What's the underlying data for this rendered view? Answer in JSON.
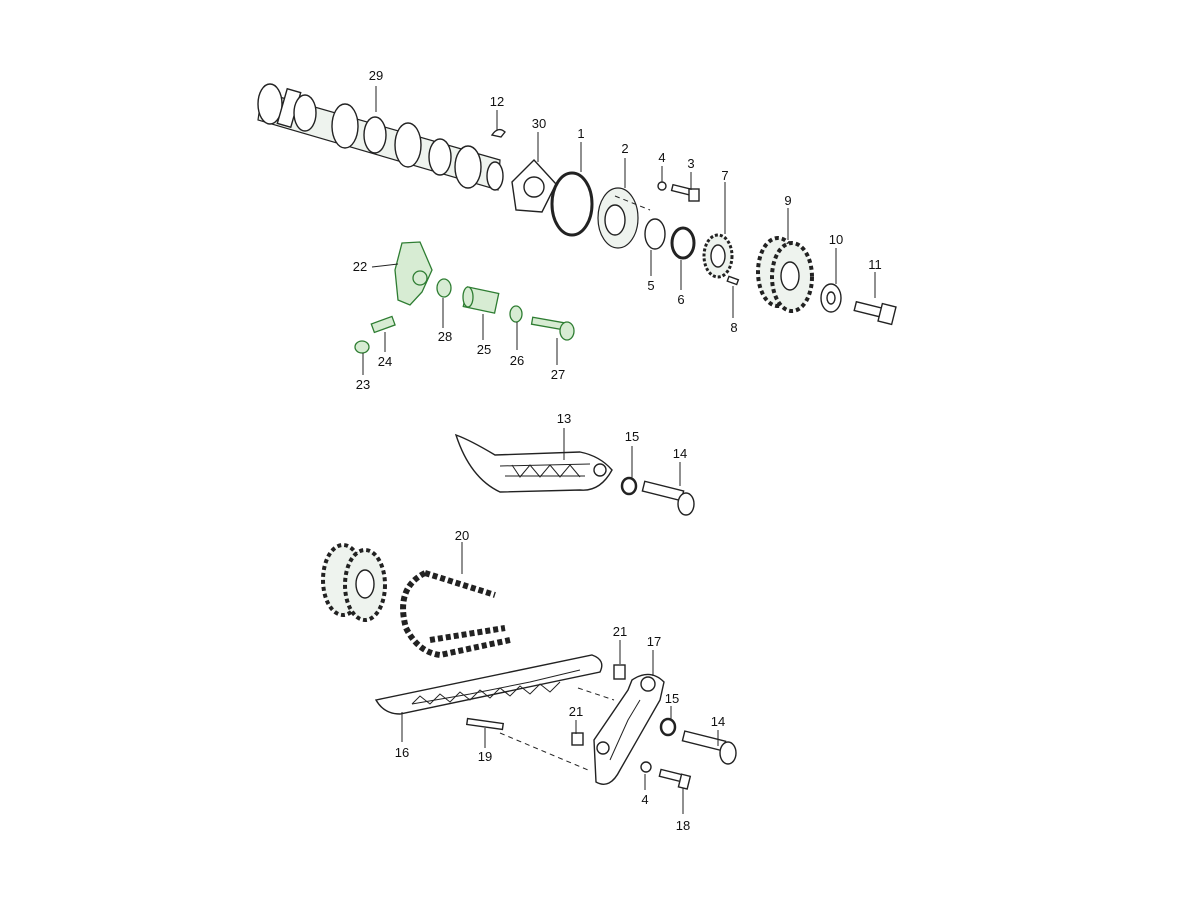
{
  "callouts": [
    {
      "id": "29",
      "label": "29"
    },
    {
      "id": "12",
      "label": "12"
    },
    {
      "id": "30",
      "label": "30"
    },
    {
      "id": "1",
      "label": "1"
    },
    {
      "id": "2",
      "label": "2"
    },
    {
      "id": "4a",
      "label": "4"
    },
    {
      "id": "3",
      "label": "3"
    },
    {
      "id": "7",
      "label": "7"
    },
    {
      "id": "9",
      "label": "9"
    },
    {
      "id": "10",
      "label": "10"
    },
    {
      "id": "11",
      "label": "11"
    },
    {
      "id": "22",
      "label": "22",
      "highlighted": true
    },
    {
      "id": "5",
      "label": "5"
    },
    {
      "id": "6",
      "label": "6"
    },
    {
      "id": "8",
      "label": "8"
    },
    {
      "id": "28",
      "label": "28",
      "highlighted": true
    },
    {
      "id": "25",
      "label": "25",
      "highlighted": true
    },
    {
      "id": "26",
      "label": "26",
      "highlighted": true
    },
    {
      "id": "27",
      "label": "27",
      "highlighted": true
    },
    {
      "id": "24",
      "label": "24",
      "highlighted": true
    },
    {
      "id": "23",
      "label": "23",
      "highlighted": true
    },
    {
      "id": "13",
      "label": "13"
    },
    {
      "id": "15a",
      "label": "15"
    },
    {
      "id": "14a",
      "label": "14"
    },
    {
      "id": "20",
      "label": "20"
    },
    {
      "id": "21a",
      "label": "21"
    },
    {
      "id": "17",
      "label": "17"
    },
    {
      "id": "15b",
      "label": "15"
    },
    {
      "id": "21b",
      "label": "21"
    },
    {
      "id": "14b",
      "label": "14"
    },
    {
      "id": "16",
      "label": "16"
    },
    {
      "id": "19",
      "label": "19"
    },
    {
      "id": "4b",
      "label": "4"
    },
    {
      "id": "18",
      "label": "18"
    }
  ],
  "colors": {
    "line": "#222222",
    "highlight": "#2e7d32",
    "highlight_fill": "#d7ecd3"
  }
}
